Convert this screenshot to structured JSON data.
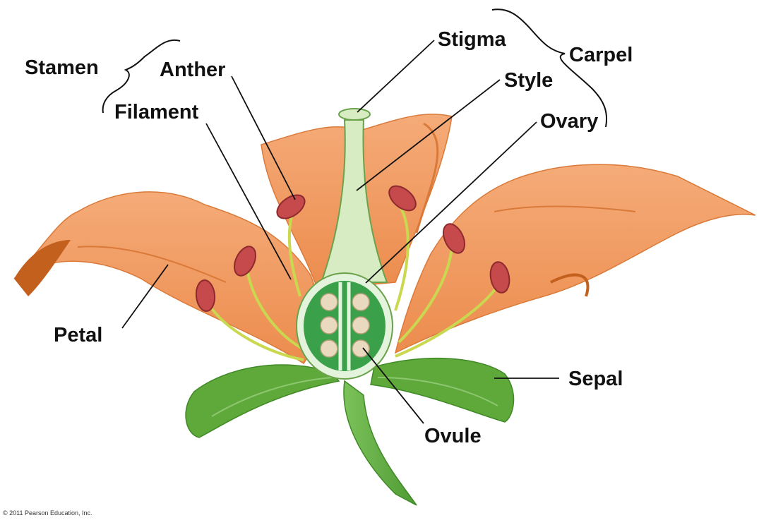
{
  "labels": {
    "stamen": "Stamen",
    "anther": "Anther",
    "filament": "Filament",
    "stigma": "Stigma",
    "carpel": "Carpel",
    "style": "Style",
    "ovary": "Ovary",
    "petal": "Petal",
    "sepal": "Sepal",
    "ovule": "Ovule"
  },
  "copyright": "© 2011 Pearson Education, Inc.",
  "colors": {
    "petal": "#f19a62",
    "petal_shadow": "#d97a3a",
    "petal_dark": "#c4601e",
    "sepal": "#5fa83a",
    "sepal_dark": "#3f8a26",
    "stem": "#6bb048",
    "style": "#d8ecc4",
    "ovary_wall": "#e4f3dc",
    "ovary_inner": "#3aa04a",
    "ovule": "#e8d9bf",
    "anther": "#c6494c",
    "anther_dark": "#8d2a2e",
    "filament": "#c9d84f",
    "leader": "#111111"
  }
}
